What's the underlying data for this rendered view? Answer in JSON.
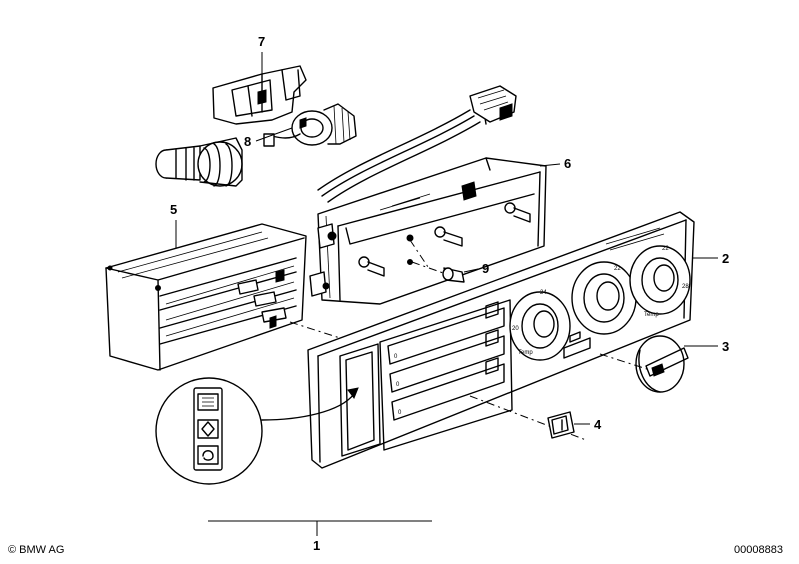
{
  "callouts": [
    {
      "id": "7",
      "label": "7"
    },
    {
      "id": "8",
      "label": "8"
    },
    {
      "id": "6",
      "label": "6"
    },
    {
      "id": "5",
      "label": "5"
    },
    {
      "id": "9",
      "label": "9"
    },
    {
      "id": "2",
      "label": "2"
    },
    {
      "id": "3",
      "label": "3"
    },
    {
      "id": "4",
      "label": "4"
    },
    {
      "id": "1",
      "label": "1"
    }
  ],
  "panel": {
    "dial_scale": [
      "20",
      "22",
      "24",
      "26",
      "28"
    ],
    "dial_label": "Temp",
    "slot_indicator": "0"
  },
  "footer": {
    "copyright": "© BMW AG",
    "diagram_number": "00008883"
  }
}
